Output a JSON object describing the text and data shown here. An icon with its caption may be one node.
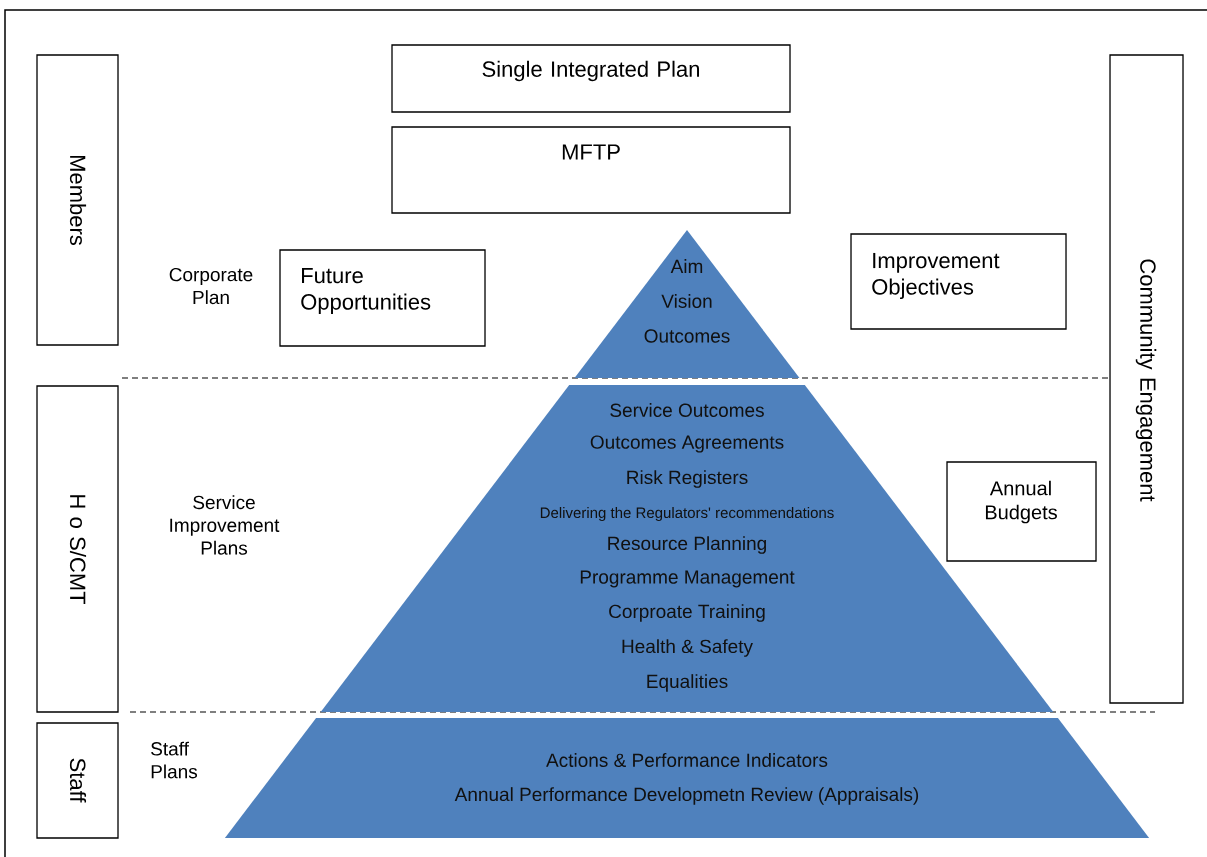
{
  "diagram": {
    "nodes": [
      {
        "text": [
          "Members"
        ]
      },
      {
        "text": [
          "Single Integrated Plan"
        ]
      },
      {
        "text": [
          "MFTP"
        ]
      },
      {
        "text": [
          "Future Opportunities"
        ]
      },
      {
        "text": [
          "Aim",
          "Vision",
          "Outcomes"
        ]
      },
      {
        "text": [
          "Improvement Objectives"
        ]
      },
      {
        "text": [
          "Community Engagement"
        ]
      },
      {
        "text": [
          "H o S/CMT"
        ]
      },
      {
        "text": [
          "Service Outcomes",
          "Outcomes Agreements",
          "Risk Registers",
          "Delivering the Regulators' recommendations",
          "Resource Planning",
          "Programme Management",
          "Corproate Training",
          "Health & Safety",
          "Equalities"
        ]
      },
      {
        "text": [
          "Annual Budgets"
        ]
      },
      {
        "text": [
          "Staff"
        ]
      },
      {
        "text": [
          "Actions & Performance Indicators",
          "Annual Performance Developmetn Review (Appraisals)"
        ]
      }
    ],
    "labels": [
      "Corporate Plan",
      "Service Improvement Plans",
      "Staff Plans"
    ]
  }
}
